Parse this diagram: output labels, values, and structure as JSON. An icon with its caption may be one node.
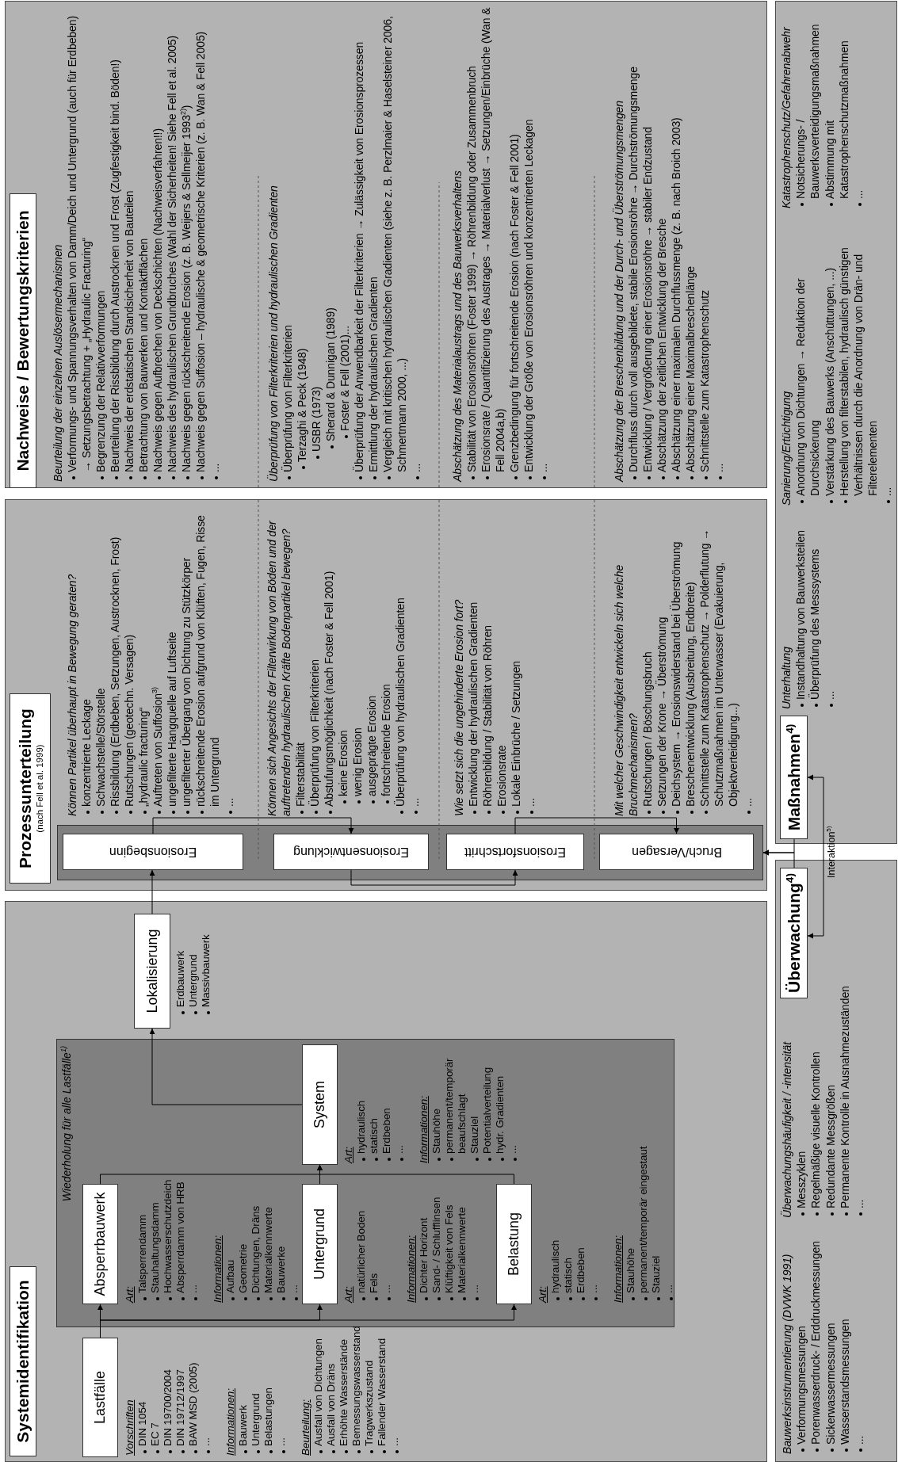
{
  "diagram": {
    "nodes": [
      {
        "text": [],
        "shape": "box"
      },
      {
        "text": [
          "Systemidentifikation"
        ],
        "in": 0
      },
      {
        "text": [
          "Lastfälle"
        ],
        "in": 0,
        "beside": [
          "Vorschriften",
          "DIN 1054",
          "EC 7",
          "DIN 19700/2004",
          "DIN 19712/1997",
          "BAW MSD (2005)",
          "...",
          "Informationen:",
          "Bauwerk",
          "Untergrund",
          "Belastungen",
          "...",
          "Beurteilung:",
          "Ausfall von Dichtungen",
          "Ausfall von Dräns",
          "Erhöhte Wasserstände",
          "Bemessungswasserstand",
          "Tragwerkszustand",
          "Fallender Wasserstand",
          "..."
        ]
      },
      {
        "text": [
          "Wiederholung für alle Lastfälle$^{1)}$"
        ],
        "in": 0
      },
      {
        "text": [
          "Absperrbauwerk"
        ],
        "in": 3,
        "beside": [
          "Art:",
          "Talsperrendamm",
          "Stauhaltungsdamm",
          "Hochwasserschutzdeich",
          "Absperrdamm von HRB",
          "...",
          "Informationen:",
          "Aufbau",
          "Geometrie",
          "Dichtungen, Dräns",
          "Materialkennwerte",
          "Bauwerke",
          "..."
        ]
      },
      {
        "text": [
          "Untergrund"
        ],
        "in": 3,
        "beside": [
          "Art:",
          "natürlicher Boden",
          "Fels",
          "...",
          "Informationen:",
          "Dichter Horizont",
          "Sand- / Schlufflinsen",
          "Klüftigkeit von Fels",
          "Materialkennwerte",
          "..."
        ]
      },
      {
        "text": [
          "Belastung"
        ],
        "in": 3,
        "beside": [
          "Art:",
          "hydraulisch",
          "statisch",
          "Erdbeben",
          "...",
          "Informationen:",
          "Stauhöhe",
          "permanent/temporär eingestaut",
          "Stauziel",
          "..."
        ]
      },
      {
        "text": [
          "System"
        ],
        "in": 3,
        "beside": [
          "Art:",
          "hydraulisch",
          "statisch",
          "Erdbeben",
          "...",
          "Informationen:",
          "Stauhöhe",
          "permanent/temporär beaufschlagt",
          "Stauziel",
          "Potentialverteilung",
          "hydr. Gradienten",
          "..."
        ]
      },
      {
        "text": [
          "Lokalisierung"
        ],
        "in": 0,
        "beside": [
          "Erdbauwerk",
          "Untergrund",
          "Massivbauwerk"
        ]
      },
      {
        "text": [],
        "shape": "box"
      },
      {
        "text": [
          "Prozessunterteilung",
          "(nach Fell et al. 1999)"
        ],
        "in": 9
      },
      {
        "text": [],
        "shape": "box",
        "in": 9
      },
      {
        "text": [
          "Erosionsbeginn"
        ],
        "in": 11,
        "beside": [
          "Können Partikel überhaupt in Bewegung geraten?",
          "konzentrierte Leckage",
          "Schwachstelle/Störstelle",
          "Rissbildung (Erdbeben, Setzungen, Austrocknen, Frost)",
          "Rutschungen (geotechn. Versagen)",
          "„hydraulic fracturing“",
          "Auftreten von Suffosion$^{3)}$",
          "ungefilterte Hangquelle auf Luftseite",
          "ungefilterter Übergang von Dichtung zu Stützkörper",
          "rückschreitende Erosion aufgrund von Klüften, Fugen, Risse im Untergrund",
          "..."
        ]
      },
      {
        "text": [
          "Erosionsentwicklung"
        ],
        "in": 11,
        "beside": [
          "Können sich Angesichts der Filterwirkung von Böden und der auftretenden hydraulischen Kräfte Bodenpartikel bewegen?",
          "Filterstabilität",
          "Überprüfung von Filterkriterien",
          "Abstufungsmöglichkeit (nach Foster & Fell 2001)",
          "keine Erosion",
          "wenig Erosion",
          "ausgeprägte Erosion",
          "fortschreitende Erosion",
          "Überprüfung von hydraulischen Gradienten",
          "..."
        ]
      },
      {
        "text": [
          "Erosionsfortschritt"
        ],
        "in": 11,
        "beside": [
          "Wie setzt sich die ungehinderte Erosion fort?",
          "Entwicklung der hydraulischen Gradienten",
          "Röhrenbildung / Stabilität von Röhren",
          "Erosionsrate",
          "Lokale Einbrüche / Setzungen",
          "..."
        ]
      },
      {
        "text": [
          "Bruch/Versagen"
        ],
        "in": 11,
        "beside": [
          "Mit welcher Geschwindigkeit entwickeln sich welche Bruchmechanismen?",
          "Rutschungen / Böschungsbruch",
          "Setzungen der Krone → Überströmung",
          "Deichsystem → Erosionswiderstand bei Überströmung",
          "Breschenentwicklung (Ausbreitung, Endbreite)",
          "Schnittstelle zum Katastrophenschutz → Polderflutung → Schutzmaßnahmen im Unterwasser (Evakuierung, Objektverteidigung...)",
          "..."
        ]
      },
      {
        "text": [
          "Beurteilung der einzelnen Auslösermechanismen",
          "Verformungs- und Spannungsverhalten von Damm/Deich und Untergrund (auch für Erdbeben) → Setzungsbetrachtung + „Hydraulic Fracturing“",
          "Begrenzung der Relativverformungen",
          "Beurteilung der Rissbildung durch Austrocknen und Frost (Zugfestigkeit bind. Böden!)",
          "Nachweis der erdstatischen Standsicherheit von Bauteilen",
          "Betrachtung von Bauwerken und Kontaktflächen",
          "Nachweis gegen Aufbrechen von Deckschichten (Nachweisverfahren!!)",
          "Nachweis des hydraulischen Grundbruches (Wahl der Sicherheiten! Siehe Fell et al. 2005)",
          "Nachweis gegen rückschreitende Erosion (z. B. Weijers & Sellmeijer 1993$^{2)}$)",
          "Nachweis gegen Suffosion – hydraulische & geometrische Kriterien (z. B. Wan & Fell 2005)",
          "...",
          "Überprüfung von Filterkriterien und hydraulischen Gradienten",
          "Überprüfung von Filterkriterien",
          "Terzaghi & Peck (1948)",
          "USBR (1973)",
          "Sherard & Dunnigan (1989)",
          "Foster & Fell (2001)...",
          "Überprüfung der Anwendbarkeit der Filterkriterien → Zulässigkeit von Erosionsprozessen",
          "Ermittlung der hydraulischen Gradienten",
          "Vergleich mit kritischen hydraulischen Gradienten (siehe z. B. Perzlmaier & Haselsteiner 2006, Schmertmann 2000, ...)",
          "...",
          "Abschätzung des Materialaustrags und des Bauwerksverhaltens",
          "Stabilität von Erosionsröhren (Foster 1999) → Röhrenbildung oder Zusammenbruch",
          "Erosionsrate / Quantifizierung des Austrages → Materialverlust → Setzungen/Einbrüche (Wan & Fell 2004a,b)",
          "Grenzbedingung für fortschreitende Erosion (nach Foster & Fell 2001)",
          "Entwicklung der Größe von Erosionsröhren und konzentrierten Leckagen",
          "...",
          "Abschätzung der Breschenbildung und der Durch- und Überströmungsmengen",
          "Durchfluss durch voll ausgebildete, stabile Erosionsröhre → Durchströmungsmenge",
          "Entwicklung / Vergrößerung einer Erosionsröhre → stabiler Endzustand",
          "Abschätzung der zeitlichen Entwicklung der Bresche",
          "Abschätzung einer maximalen Durchflussmenge (z. B. nach Broich 2003)",
          "Abschätzung einer Maximalbreschenlänge",
          "Schnittstelle zum Katastrophenschutz",
          "..."
        ]
      },
      {
        "text": [
          "Nachweise / Bewertungskriterien"
        ],
        "in": 16
      },
      {
        "text": [
          "Bauwerksinstrumentierung (DVWK 1991)",
          "Verformungsmessungen",
          "Porenwasserdruck- / Erddruckmessungen",
          "Sickerwassermessungen",
          "Wasserstandsmessungen",
          "...",
          "Überwachungshäufigkeit / -intensität",
          "Messzyklen",
          "Regelmäßige visuelle Kontrollen",
          "Redundante Messgrößen",
          "Permanente Kontrolle in Ausnahmezuständen",
          "..."
        ]
      },
      {
        "text": [
          "Überwachung$^{4)}$"
        ],
        "in": 18
      },
      {
        "text": [
          "Unterhaltung",
          "Instandhaltung von Bauwerksteilen",
          "Überprüfung des Messsystems",
          "...",
          "Sanierung/Ertüchtigung",
          "Anordnung von Dichtungen → Reduktion der Durchsickerung",
          "Verstärkung des Bauwerks (Anschüttungen, ...)",
          "Herstellung von filterstabilen, hydraulisch günstigen Verhältnissen durch die Anordnung von Drän- und Filterelementen",
          "...",
          "Katastrophenschutz/Gefahrenabwehr",
          "Notsicherungs- / Bauwerksverteidigungsmaßnahmen",
          "Abstimmung mit Katastrophenschutzmaßnahmen",
          "..."
        ]
      },
      {
        "text": [
          "Maßnahmen$^{4)}$"
        ],
        "in": 20
      }
    ],
    "edges": [
      {
        "from": 2,
        "to": 4,
        "arrow": "to"
      },
      {
        "from": 2,
        "to": 5,
        "arrow": "to"
      },
      {
        "from": 2,
        "to": 6,
        "arrow": "to"
      },
      {
        "from": 4,
        "to": 7,
        "arrow": "to"
      },
      {
        "from": 5,
        "to": 7,
        "arrow": "to"
      },
      {
        "from": 6,
        "to": 7,
        "arrow": "to"
      },
      {
        "from": 7,
        "to": 8,
        "arrow": "to"
      },
      {
        "from": 8,
        "to": 12,
        "arrow": "to"
      },
      {
        "from": 12,
        "to": 13,
        "arrow": "to"
      },
      {
        "from": 13,
        "to": 14,
        "arrow": "to"
      },
      {
        "from": 14,
        "to": 15,
        "arrow": "to"
      },
      {
        "from": 21,
        "to": 11,
        "arrow": "to"
      },
      {
        "from": 19,
        "to": 11,
        "arrow": "to"
      },
      {
        "from": 19,
        "to": 21,
        "arrow": "both",
        "label": "Interaktion$^{5)}$"
      }
    ]
  }
}
